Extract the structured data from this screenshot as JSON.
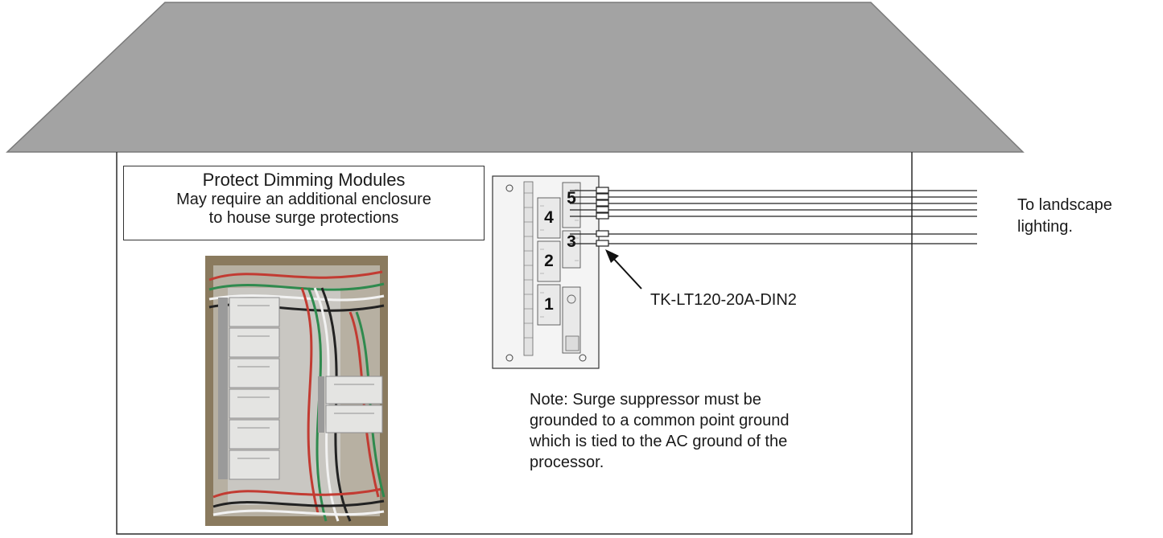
{
  "callout": {
    "heading": "Protect Dimming Modules",
    "line1": "May require an additional enclosure",
    "line2": "to house surge protections"
  },
  "destination": {
    "line1": "To landscape",
    "line2": "lighting."
  },
  "part_number": "TK-LT120-20A-DIN2",
  "note": {
    "line1": "Note: Surge suppressor must be",
    "line2": "grounded to a common point ground",
    "line3": "which is tied to the AC ground of the",
    "line4": "processor."
  },
  "module_numbers": [
    "1",
    "2",
    "3",
    "4",
    "5"
  ],
  "colors": {
    "roof": "#a3a3a3",
    "outline": "#2b2b2b",
    "panel": "#f4f4f4"
  }
}
